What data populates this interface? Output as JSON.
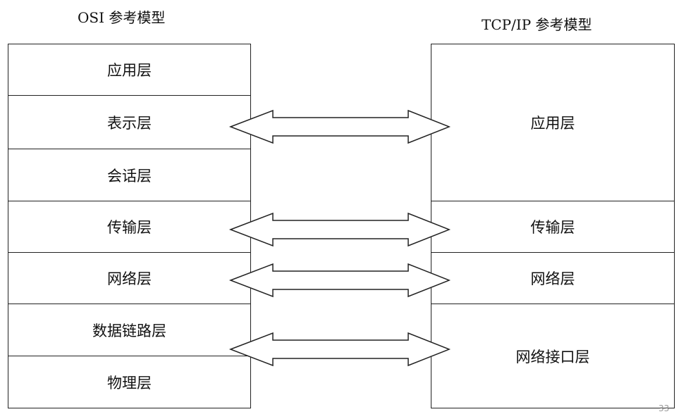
{
  "osi": {
    "title": "OSI 参考模型",
    "layers": [
      "应用层",
      "表示层",
      "会话层",
      "传输层",
      "网络层",
      "数据链路层",
      "物理层"
    ]
  },
  "tcpip": {
    "title": "TCP/IP 参考模型",
    "layers": [
      "应用层",
      "传输层",
      "网络层",
      "网络接口层"
    ]
  },
  "page_number": "33"
}
